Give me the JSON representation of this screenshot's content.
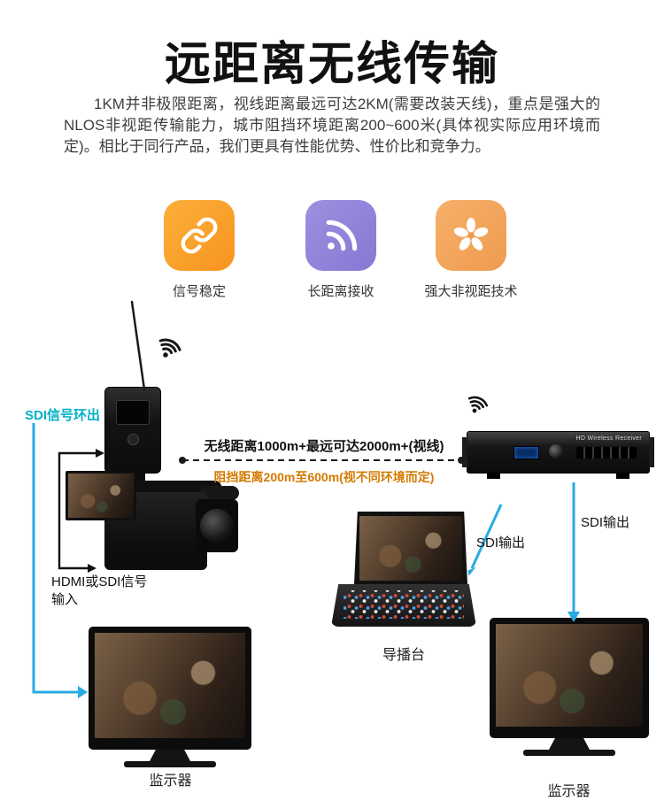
{
  "title": "远距离无线传输",
  "description": "1KM并非极限距离，视线距离最远可达2KM(需要改装天线)，重点是强大的NLOS非视距传输能力，城市阻挡环境距离200~600米(具体视实际应用环境而定)。相比于同行产品，我们更具有性能优势、性价比和竞争力。",
  "features": [
    {
      "label": "信号稳定",
      "icon": "chain-link-icon",
      "color": "#f7941e"
    },
    {
      "label": "长距离接收",
      "icon": "rss-icon",
      "color": "#8678d3"
    },
    {
      "label": "强大非视距技术",
      "icon": "flower-icon",
      "color": "#ef9b4f"
    }
  ],
  "diagram": {
    "sdi_loop_label": "SDI信号环出",
    "wireless_distance": "无线距离1000m+最远可达2000m+(视线)",
    "blocked_distance": "阻挡距离200m至600m(视不同环境而定)",
    "hdmi_input_label": "HDMI或SDI信号输入",
    "receiver_label": "HD Wireless Receiver",
    "sdi_output_mid": "SDI输出",
    "sdi_output_right": "SDI输出",
    "switcher_caption": "导播台",
    "monitor_left_caption": "监示器",
    "monitor_right_caption": "监示器"
  },
  "colors": {
    "arrow_blue": "#29abe2",
    "loop_teal": "#00b0c7",
    "blocked_orange": "#d47a00",
    "line_black": "#141414"
  }
}
